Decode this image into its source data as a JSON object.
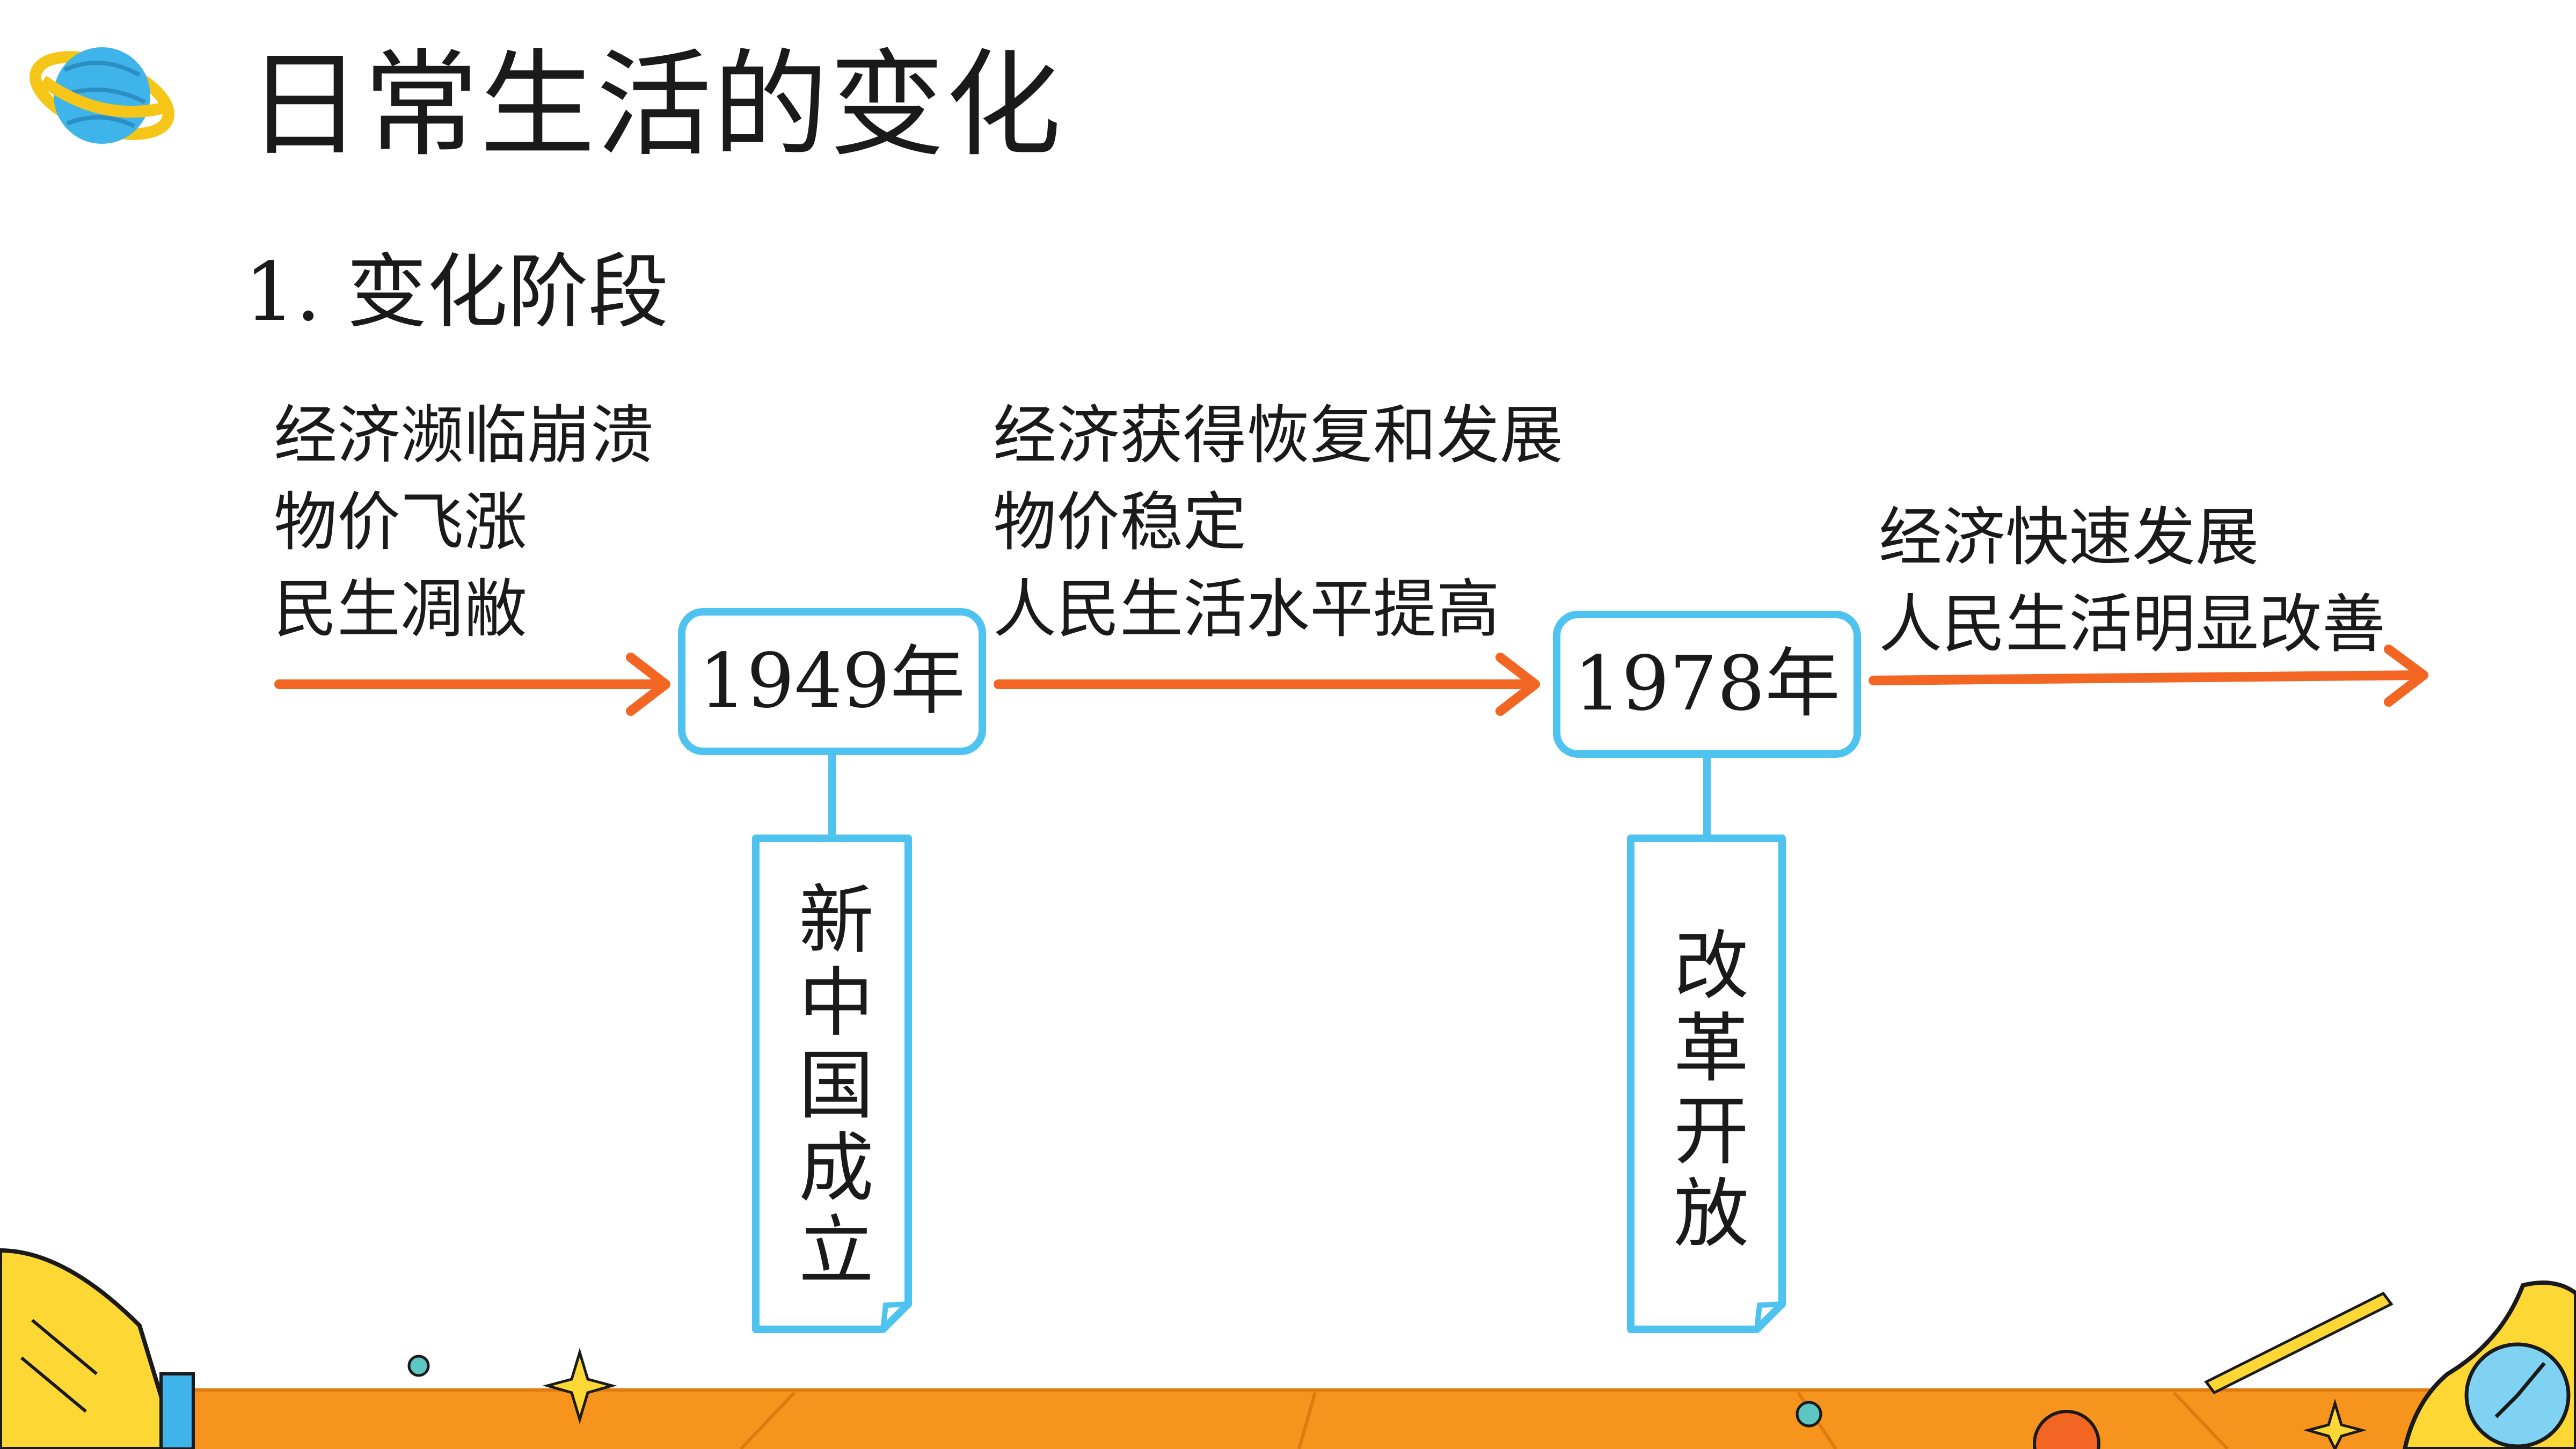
{
  "title": "日常生活的变化",
  "section": "1. 变化阶段",
  "colors": {
    "arrow": "#f26522",
    "box_border": "#4fc3f0",
    "floor": "#f7941d",
    "accent_yellow": "#fdd835"
  },
  "timeline": {
    "stages": [
      {
        "lines": [
          "经济濒临崩溃",
          "物价飞涨",
          "民生凋敝"
        ]
      },
      {
        "lines": [
          "经济获得恢复和发展",
          "物价稳定",
          "人民生活水平提高"
        ]
      },
      {
        "lines": [
          "经济快速发展",
          "人民生活明显改善"
        ]
      }
    ],
    "milestones": [
      {
        "year": "1949年",
        "event": "新中国成立"
      },
      {
        "year": "1978年",
        "event": "改革开放"
      }
    ]
  },
  "decor_icons": [
    "planet-icon",
    "book-icon",
    "sparkle-icon",
    "clock-icon",
    "pencil-icon"
  ]
}
